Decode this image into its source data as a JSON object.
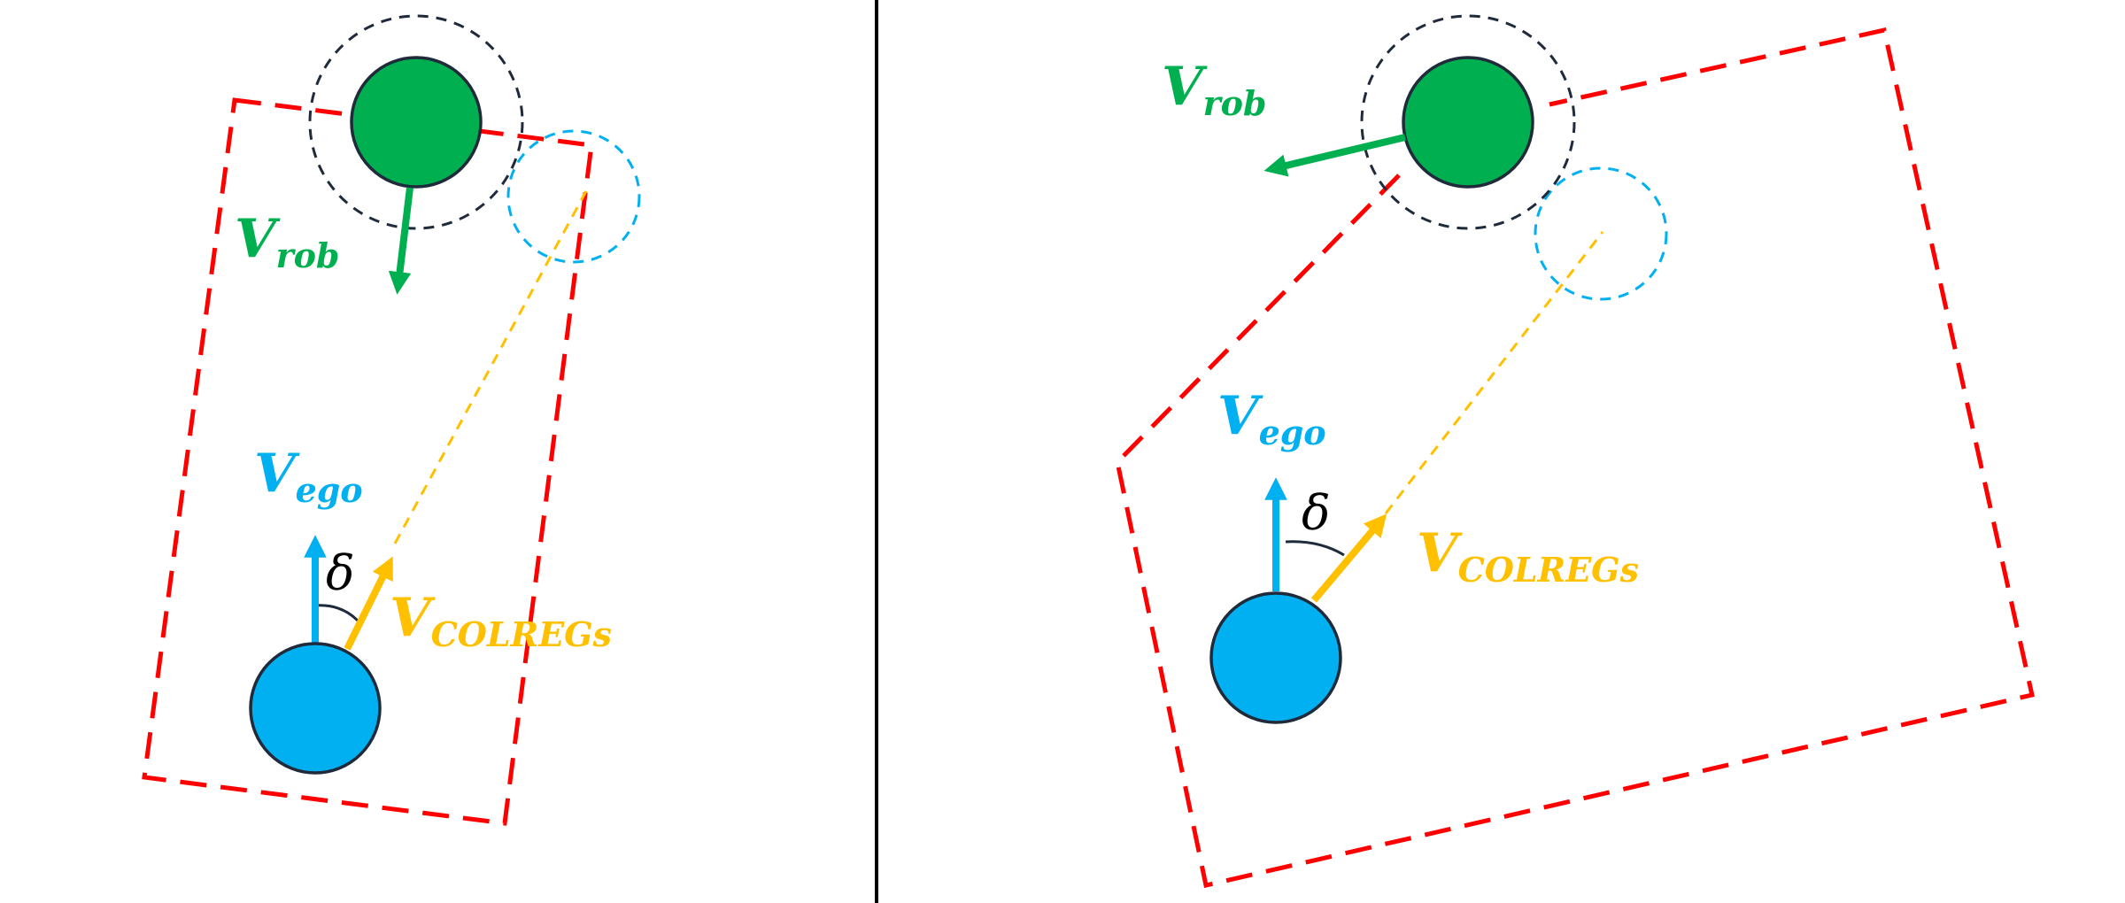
{
  "colors": {
    "ego": "#00b0f0",
    "robot": "#00b050",
    "colregs": "#ffc000",
    "region": "#ff0000",
    "outline": "#1f2a3a",
    "divider": "#000000"
  },
  "labels": {
    "v_main": "V",
    "ego_sub": "ego",
    "rob_sub": "rob",
    "colregs_sub": "COLREGs",
    "delta": "δ"
  },
  "panels": [
    {
      "name": "left-panel"
    },
    {
      "name": "right-panel"
    }
  ]
}
